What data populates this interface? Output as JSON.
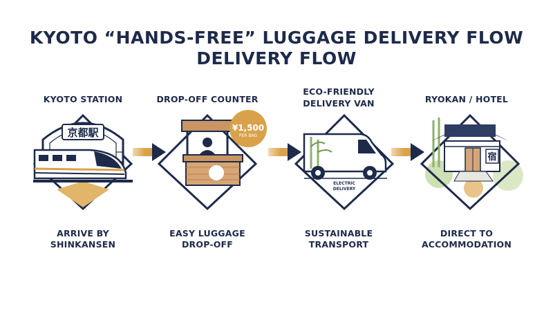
{
  "title": {
    "line1": "KYOTO “HANDS-FREE” LUGGAGE DELIVERY FLOW",
    "line2": "DELIVERY FLOW"
  },
  "steps": [
    {
      "title": "KYOTO STATION",
      "sign": "京都駅",
      "caption_line1": "ARRIVE BY",
      "caption_line2": "SHINKANSEN"
    },
    {
      "title": "DROP-OFF COUNTER",
      "price": "¥1,500",
      "price_unit": "PER BAG",
      "caption_line1": "EASY LUGGAGE",
      "caption_line2": "DROP-OFF"
    },
    {
      "title_line1": "ECO-FRIENDLY",
      "title_line2": "DELIVERY VAN",
      "badge_line1": "ELECTRIC",
      "badge_line2": "DELIVERY",
      "caption_line1": "SUSTAINABLE",
      "caption_line2": "TRANSPORT"
    },
    {
      "title": "RYOKAN / HOTEL",
      "sign": "宿",
      "caption_line1": "DIRECT TO",
      "caption_line2": "ACCOMMODATION"
    }
  ],
  "colors": {
    "navy": "#1d2a4a",
    "gold": "#d9a24a",
    "green": "#a9c98a"
  },
  "icons": [
    "bullet-train-icon",
    "counter-stall-icon",
    "delivery-van-icon",
    "ryokan-icon",
    "arrow-right-icon"
  ]
}
